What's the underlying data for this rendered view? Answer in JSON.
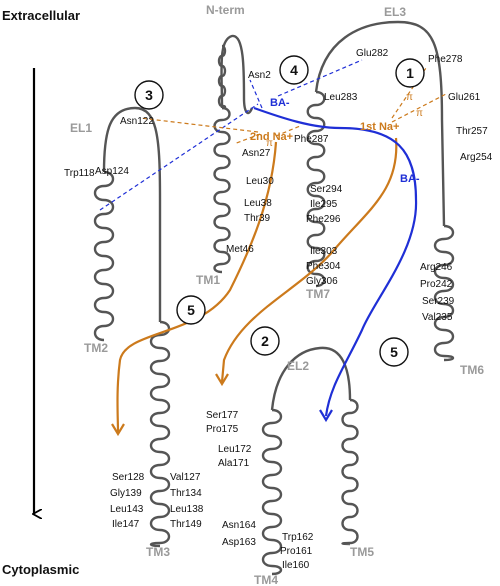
{
  "regions": {
    "extracellular": "Extracellular",
    "cytoplasmic": "Cytoplasmic"
  },
  "segments": {
    "nterm": "N-term",
    "el1": "EL1",
    "el2": "EL2",
    "el3": "EL3",
    "tm1": "TM1",
    "tm2": "TM2",
    "tm3": "TM3",
    "tm4": "TM4",
    "tm5": "TM5",
    "tm6": "TM6",
    "tm7": "TM7"
  },
  "steps": [
    "1",
    "2",
    "3",
    "4",
    "5",
    "5"
  ],
  "ions": {
    "na1": "1st Na+",
    "na2": "2nd Na+",
    "ba1": "BA-",
    "ba2": "BA-",
    "pi": "π"
  },
  "residues": {
    "glu282": "Glu282",
    "phe278": "Phe278",
    "glu261": "Glu261",
    "asn2": "Asn2",
    "leu283": "Leu283",
    "thr257": "Thr257",
    "arg254": "Arg254",
    "asn122": "Asn122",
    "asn27": "Asn27",
    "phe287": "Phe287",
    "asp124": "Asp124",
    "trp118": "Trp118",
    "leu30": "Leu30",
    "leu38": "Leu38",
    "thr39": "Thr39",
    "ser294": "Ser294",
    "ile295": "Ile295",
    "phe296": "Phe296",
    "met46": "Met46",
    "ile303": "Ile303",
    "phe304": "Phe304",
    "gly306": "Gly306",
    "arg246": "Arg246",
    "pro242": "Pro242",
    "ser239": "Ser239",
    "val235": "Val235",
    "ser177": "Ser177",
    "pro175": "Pro175",
    "leu172": "Leu172",
    "ala171": "Ala171",
    "ser128": "Ser128",
    "val127": "Val127",
    "gly139": "Gly139",
    "thr134": "Thr134",
    "leu143": "Leu143",
    "leu138": "Leu138",
    "ile147": "Ile147",
    "thr149": "Thr149",
    "asn164": "Asn164",
    "asp163": "Asp163",
    "trp162": "Trp162",
    "pro161": "Pro161",
    "ile160": "Ile160"
  },
  "colors": {
    "helix": "#555555",
    "segment_label": "#9a9a9a",
    "sodium": "#cc7a1c",
    "bile_acid": "#1f2fd6",
    "text": "#111111"
  }
}
